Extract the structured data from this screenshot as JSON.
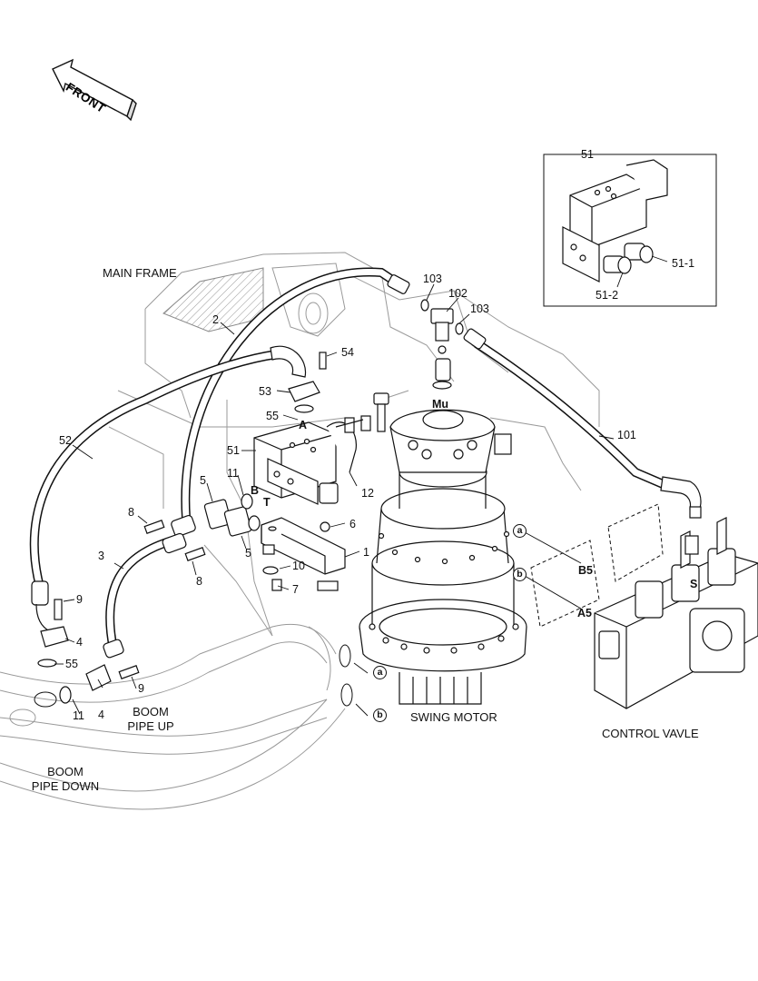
{
  "labels": {
    "front": "FRONT",
    "main_frame": "MAIN FRAME",
    "swing_motor": "SWING MOTOR",
    "control_valve": "CONTROL VAVLE",
    "boom_pipe_up_1": "BOOM",
    "boom_pipe_up_2": "PIPE UP",
    "boom_pipe_down_1": "BOOM",
    "boom_pipe_down_2": "PIPE DOWN"
  },
  "parts": {
    "p51_inset": "51",
    "p51_1": "51-1",
    "p51_2": "51-2",
    "p103_a": "103",
    "p102": "102",
    "p103_b": "103",
    "p2": "2",
    "p54": "54",
    "p53": "53",
    "p55_a": "55",
    "p52": "52",
    "p51": "51",
    "p12": "12",
    "p101": "101",
    "p5_a": "5",
    "p11_a": "11",
    "p8_a": "8",
    "p6": "6",
    "p5_b": "5",
    "p1": "1",
    "p3": "3",
    "p8_b": "8",
    "p10": "10",
    "p7": "7",
    "p9_a": "9",
    "p4_a": "4",
    "p55_b": "55",
    "p9_b": "9",
    "p4_b": "4",
    "p11_b": "11"
  },
  "ports": {
    "A": "A",
    "B": "B",
    "T": "T",
    "Mu": "Mu",
    "B5": "B5",
    "A5": "A5",
    "S": "S"
  },
  "callouts": {
    "a1": "a",
    "b1": "b",
    "a2": "a",
    "b2": "b"
  }
}
